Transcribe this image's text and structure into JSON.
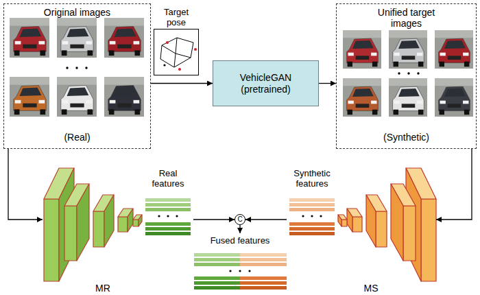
{
  "diagram": {
    "nodes": [
      {
        "text": [
          "Original images",
          "(Real)"
        ]
      },
      {
        "text": [
          "Target pose"
        ]
      },
      {
        "text": [
          "VehicleGAN (pretrained)"
        ]
      },
      {
        "text": [
          "Unified target images",
          "(Synthetic)"
        ]
      },
      {
        "text": [
          "MR"
        ]
      },
      {
        "text": [
          "Real features"
        ]
      },
      {
        "text": [
          "C"
        ]
      },
      {
        "text": [
          "Fused features"
        ]
      },
      {
        "text": [
          "Synthetic features"
        ]
      },
      {
        "text": [
          "MS"
        ]
      }
    ],
    "edges": [
      {
        "from": 0,
        "to": 2,
        "arrow": "to"
      },
      {
        "from": 2,
        "to": 3,
        "arrow": "to"
      },
      {
        "from": 0,
        "to": 4,
        "arrow": "to"
      },
      {
        "from": 3,
        "to": 9,
        "arrow": "to"
      },
      {
        "from": 5,
        "to": 6,
        "arrow": "to"
      },
      {
        "from": 8,
        "to": 6,
        "arrow": "to"
      },
      {
        "from": 6,
        "to": 7,
        "arrow": "to"
      }
    ]
  }
}
